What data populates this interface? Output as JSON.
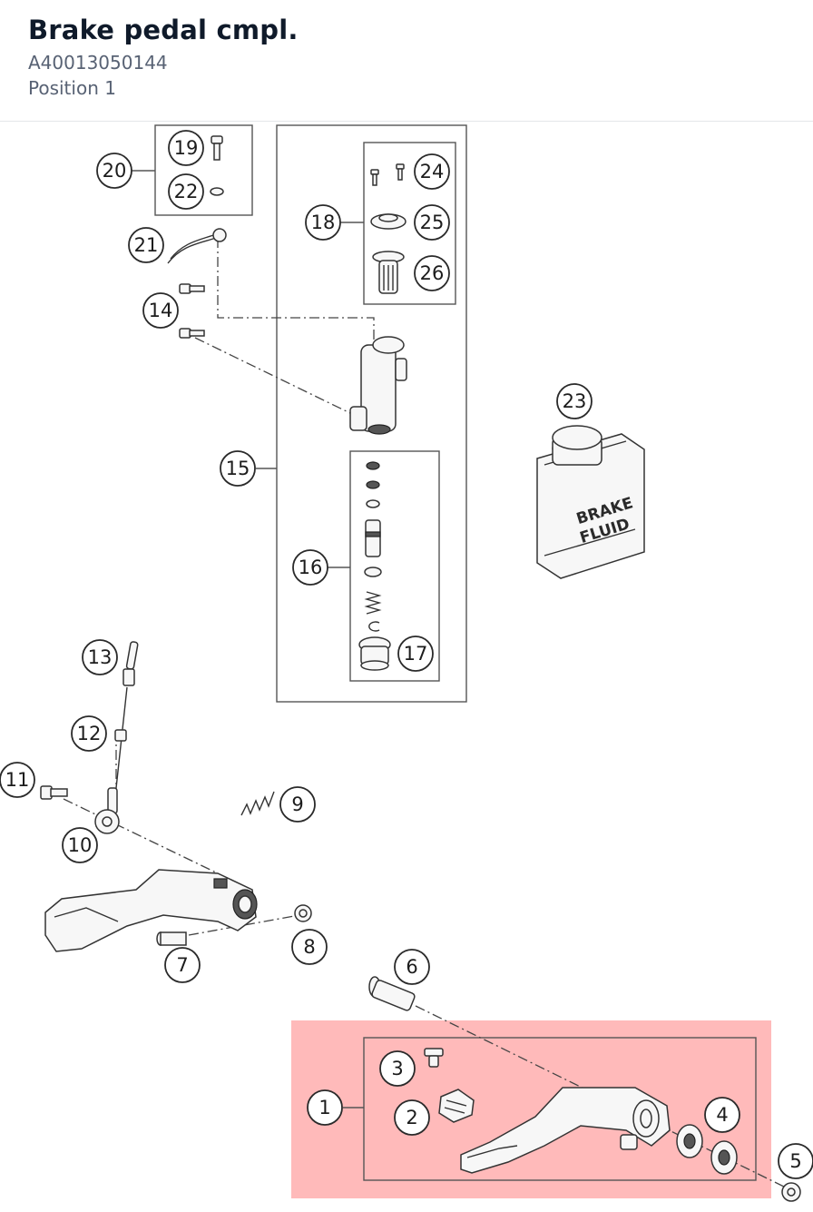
{
  "header": {
    "title": "Brake pedal cmpl.",
    "part_number": "A40013050144",
    "position": "Position 1"
  },
  "highlight": {
    "color": "#ffb6b6",
    "position_number": "1"
  },
  "bottle_label": {
    "line1": "BRAKE",
    "line2": "FLUID"
  },
  "callouts": [
    "1",
    "2",
    "3",
    "4",
    "5",
    "6",
    "7",
    "8",
    "9",
    "10",
    "11",
    "12",
    "13",
    "14",
    "15",
    "16",
    "17",
    "18",
    "19",
    "20",
    "21",
    "22",
    "23",
    "24",
    "25",
    "26"
  ]
}
